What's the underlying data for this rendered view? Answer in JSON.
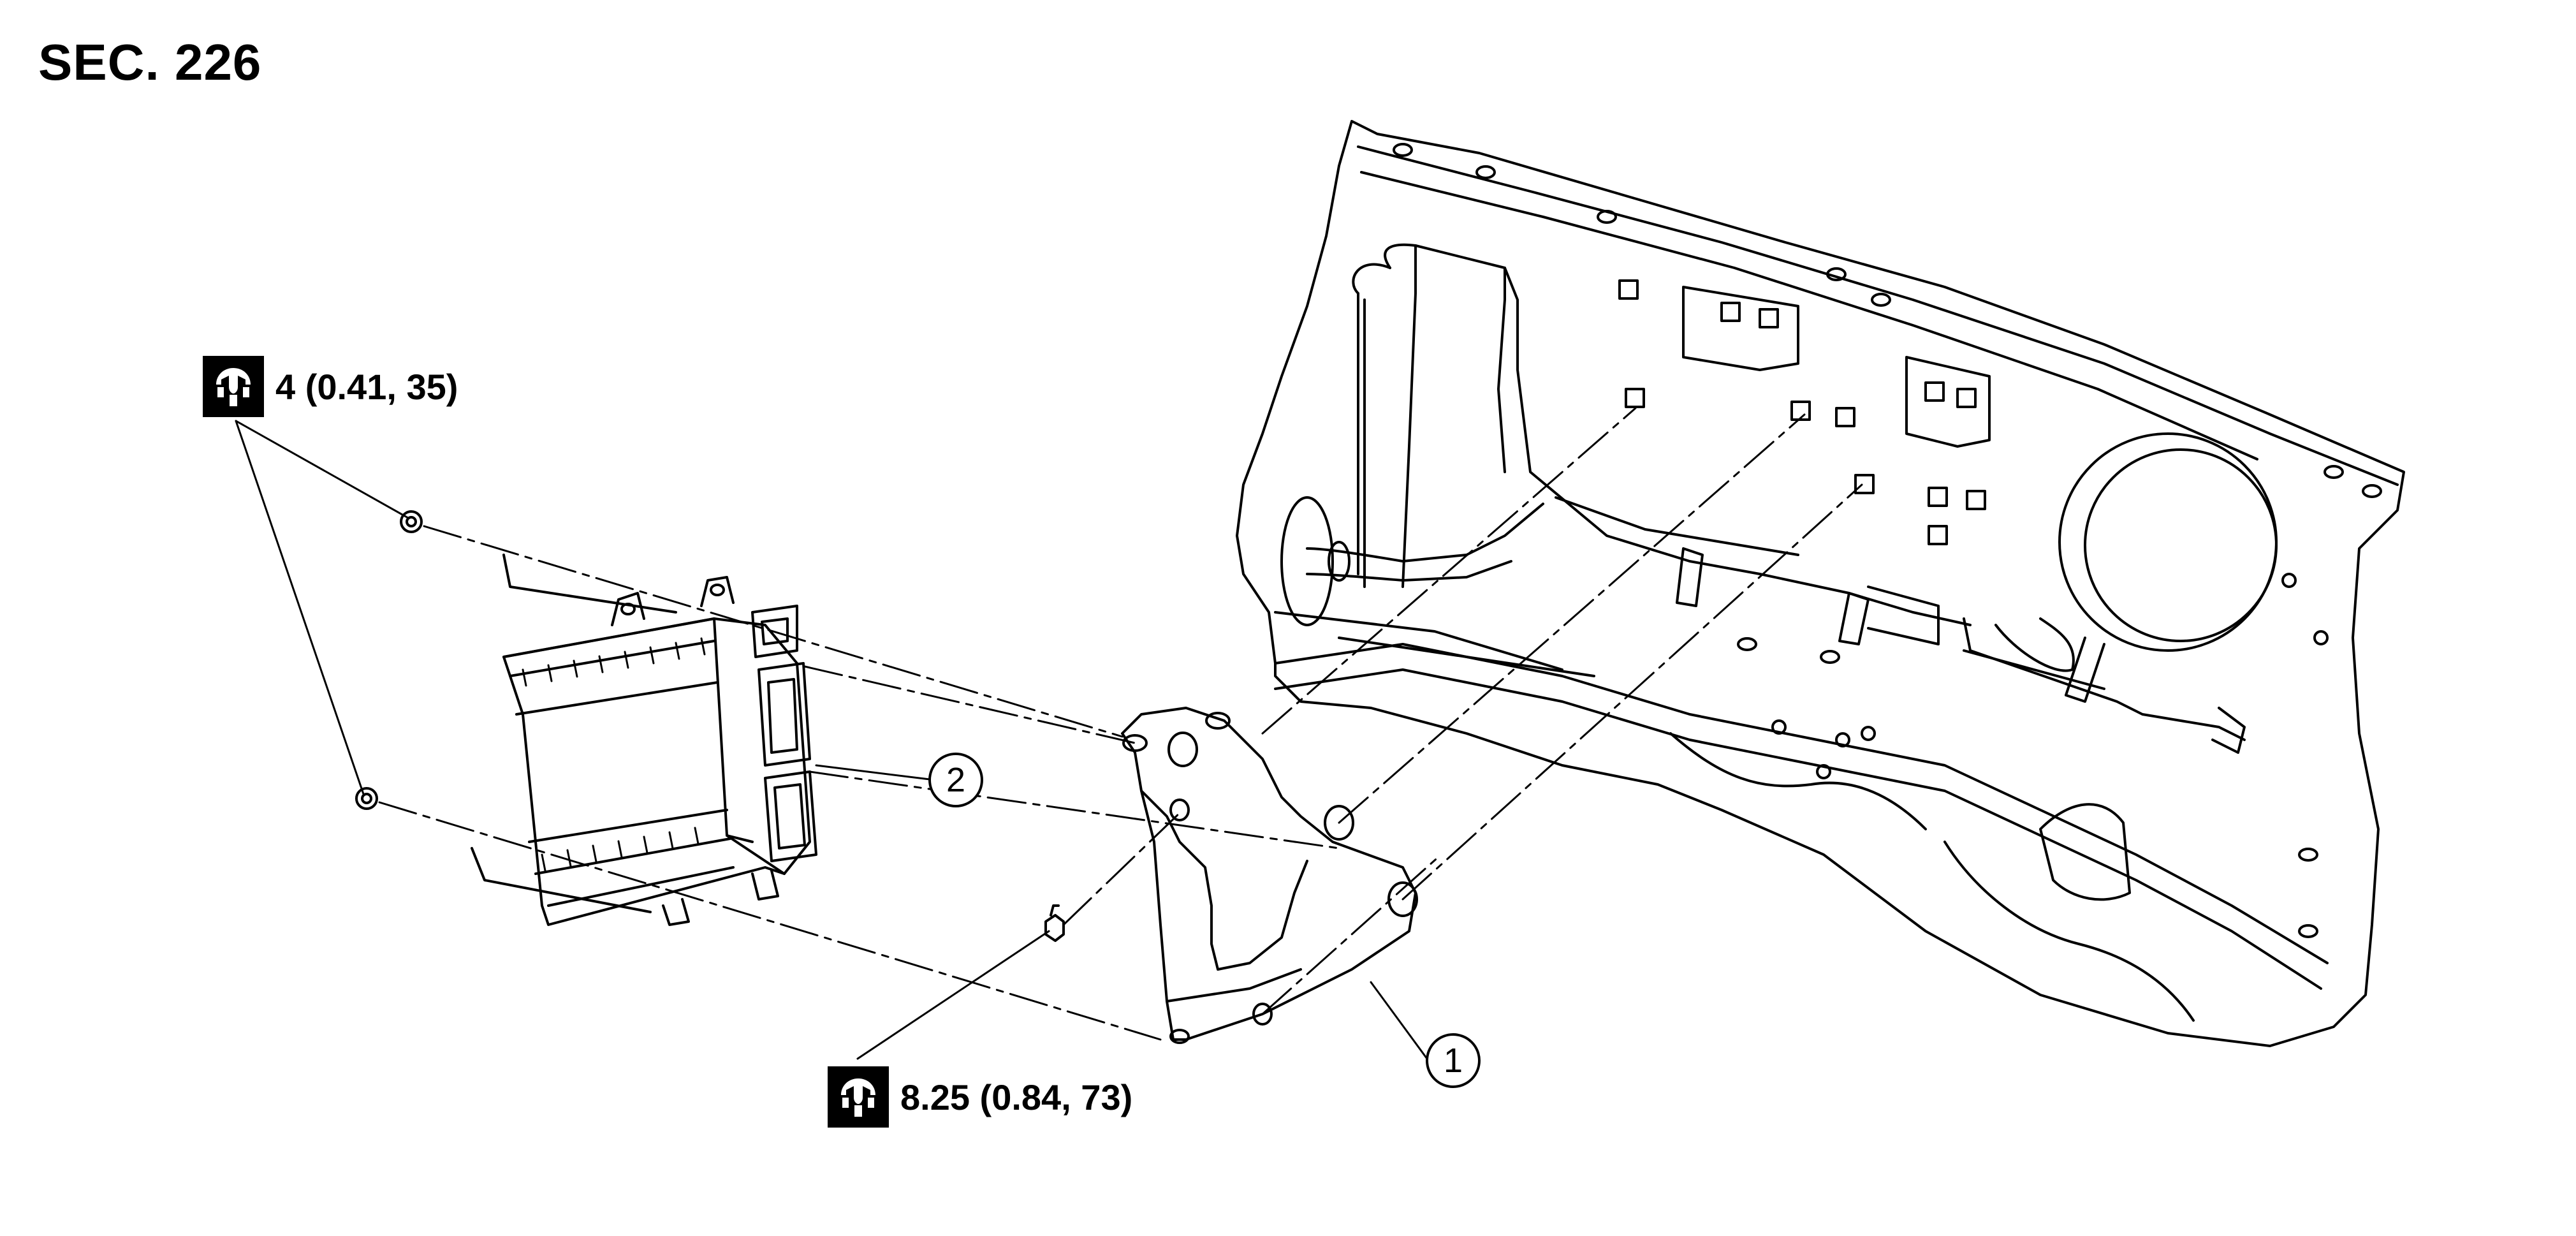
{
  "section_title": "SEC. 226",
  "torque_specs": [
    {
      "value": "4 (0.41, 35)"
    },
    {
      "value": "8.25 (0.84, 73)"
    }
  ],
  "callouts": [
    {
      "number": "1"
    },
    {
      "number": "2"
    }
  ],
  "icons": {
    "torque": "torque-wrench-icon"
  },
  "colors": {
    "line": "#000000",
    "background": "#ffffff"
  }
}
